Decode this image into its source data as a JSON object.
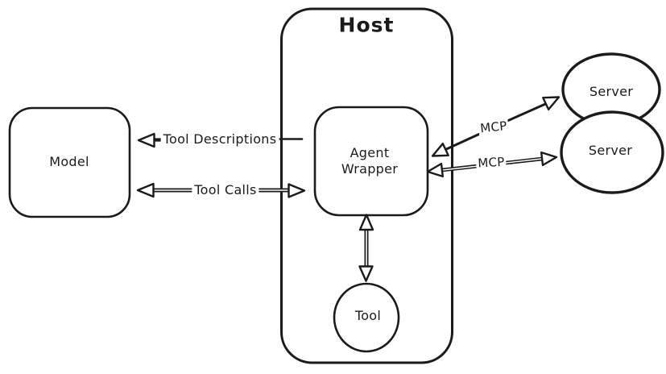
{
  "diagram": {
    "background": "#ffffff",
    "stroke_color": "#1b1b1b",
    "host": {
      "label": "Host"
    },
    "model": {
      "label": "Model"
    },
    "agent_wrapper": {
      "label": "Agent Wrapper"
    },
    "tool": {
      "label": "Tool"
    },
    "servers": [
      {
        "label": "Server"
      },
      {
        "label": "Server"
      }
    ],
    "arrows": {
      "tool_descriptions": {
        "label": "Tool Descriptions",
        "direction": "left",
        "from": "Agent Wrapper",
        "to": "Model"
      },
      "tool_calls": {
        "label": "Tool Calls",
        "direction": "both",
        "from": "Model",
        "to": "Agent Wrapper"
      },
      "mcp_top": {
        "label": "MCP",
        "direction": "both",
        "from": "Agent Wrapper",
        "to": "Server"
      },
      "mcp_bottom": {
        "label": "MCP",
        "direction": "both",
        "from": "Agent Wrapper",
        "to": "Server"
      },
      "agent_tool": {
        "label": "",
        "direction": "both",
        "from": "Agent Wrapper",
        "to": "Tool"
      }
    }
  }
}
